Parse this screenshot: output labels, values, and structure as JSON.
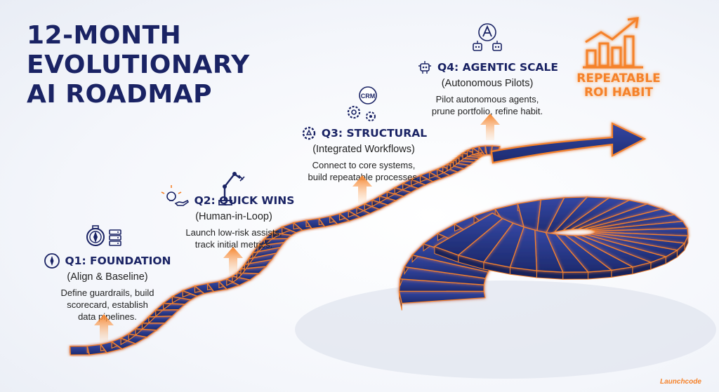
{
  "title": {
    "line1": "12-MONTH",
    "line2": "EVOLUTIONARY",
    "line3": "AI ROADMAP"
  },
  "phases": [
    {
      "heading": "Q1: FOUNDATION",
      "subtitle": "(Align & Baseline)",
      "desc": [
        "Define guardrails, build",
        "scorecard, establish",
        "data pipelines."
      ],
      "icons": [
        "compass-icon",
        "database-icon"
      ]
    },
    {
      "heading": "Q2: QUICK WINS",
      "subtitle": "(Human-in-Loop)",
      "desc": [
        "Launch low-risk assists,",
        "track initial metrics."
      ],
      "icons": [
        "lightbulb-hand-icon",
        "robot-arm-icon"
      ]
    },
    {
      "heading": "Q3: STRUCTURAL",
      "subtitle": "(Integrated Workflows)",
      "desc": [
        "Connect to core systems,",
        "build repeatable processes."
      ],
      "icons": [
        "gear-network-icon",
        "crm-icon"
      ],
      "icon_label": "CRM"
    },
    {
      "heading": "Q4: AGENTIC SCALE",
      "subtitle": "(Autonomous Pilots)",
      "desc": [
        "Pilot autonomous agents,",
        "prune portfolio, refine habit."
      ],
      "icons": [
        "robot-icon",
        "ai-agents-icon"
      ]
    }
  ],
  "goal": {
    "line1": "REPEATABLE",
    "line2": "ROI HABIT",
    "icon": "growth-chart-icon"
  },
  "brand": "Launchcode",
  "colors": {
    "navy": "#1a2364",
    "step": "#26347f",
    "step_light": "#3346a0",
    "orange": "#f5822a"
  }
}
